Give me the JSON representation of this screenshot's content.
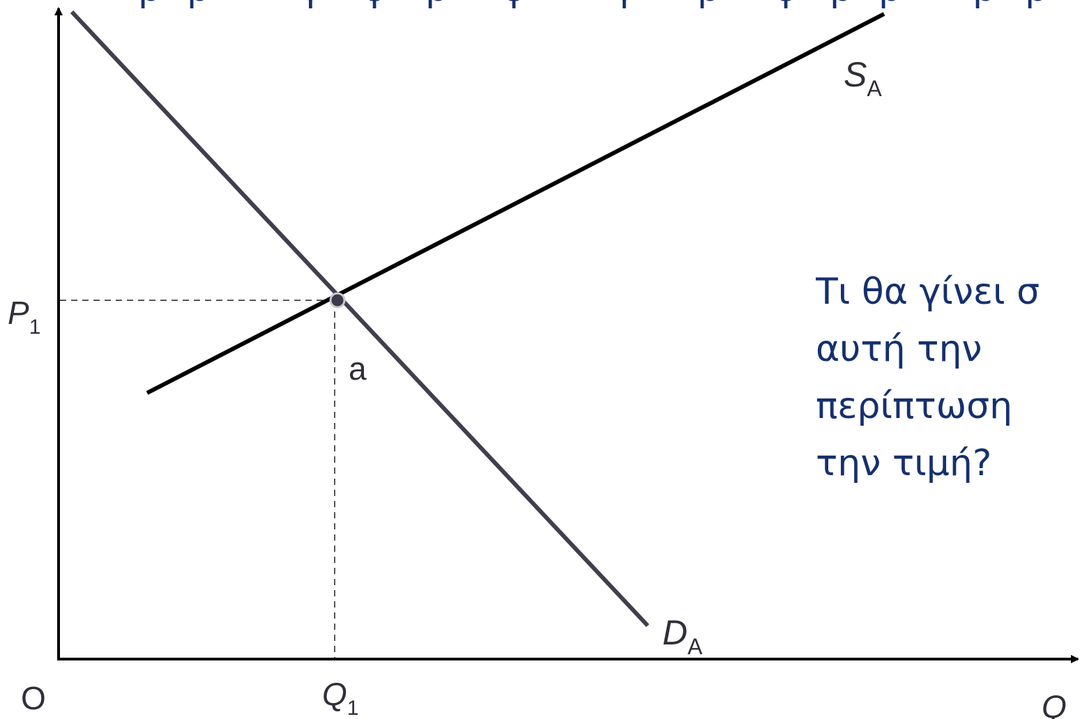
{
  "axes": {
    "origin": "O",
    "x_label": "Q",
    "y_label_hidden": ""
  },
  "points": {
    "equilibrium": "a"
  },
  "ticks": {
    "price": {
      "main": "P",
      "sub": "1"
    },
    "quantity": {
      "main": "Q",
      "sub": "1"
    }
  },
  "curves": {
    "supply": {
      "main": "S",
      "sub": "A"
    },
    "demand": {
      "main": "D",
      "sub": "A"
    }
  },
  "question": {
    "lines": [
      "Τι θα γίνει σ",
      "αυτή την",
      "περίπτωση",
      "την τιμή?"
    ]
  },
  "colors": {
    "axis": "#000000",
    "supply": "#000000",
    "demand": "#3f3f4f",
    "question_text": "#15306e",
    "labels": "#2f2f3a"
  }
}
